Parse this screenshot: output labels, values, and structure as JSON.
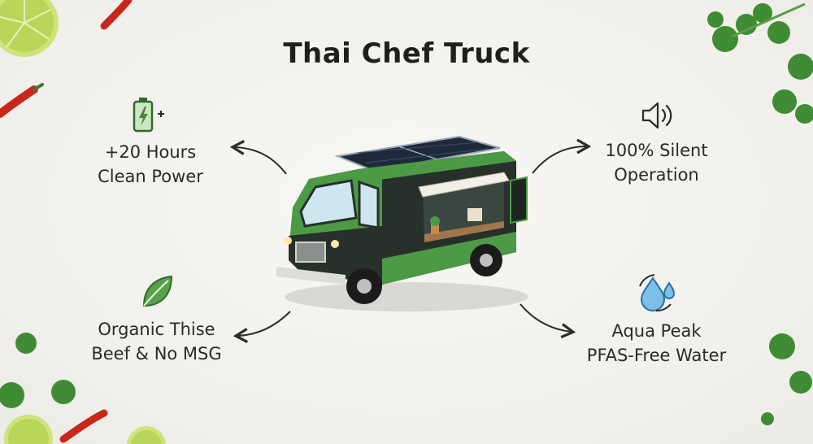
{
  "title": "Thai Chef Truck",
  "features": {
    "power": {
      "icon": "battery-charging-icon",
      "line1": "+20 Hours",
      "line2": "Clean Power"
    },
    "silent": {
      "icon": "speaker-icon",
      "line1": "100% Silent",
      "line2": "Operation"
    },
    "organic": {
      "icon": "leaf-icon",
      "line1": "Organic Thise",
      "line2": "Beef & No MSG"
    },
    "water": {
      "icon": "water-drops-icon",
      "line1": "Aqua Peak",
      "line2": "PFAS-Free Water"
    }
  },
  "colors": {
    "truck_green": "#4c9a45",
    "truck_dark": "#27302a",
    "icon_green": "#3f8a3a",
    "water_blue": "#4aa3df",
    "lime": "#b9d65a",
    "chili": "#c9261c",
    "cilantro": "#3f8c35"
  }
}
